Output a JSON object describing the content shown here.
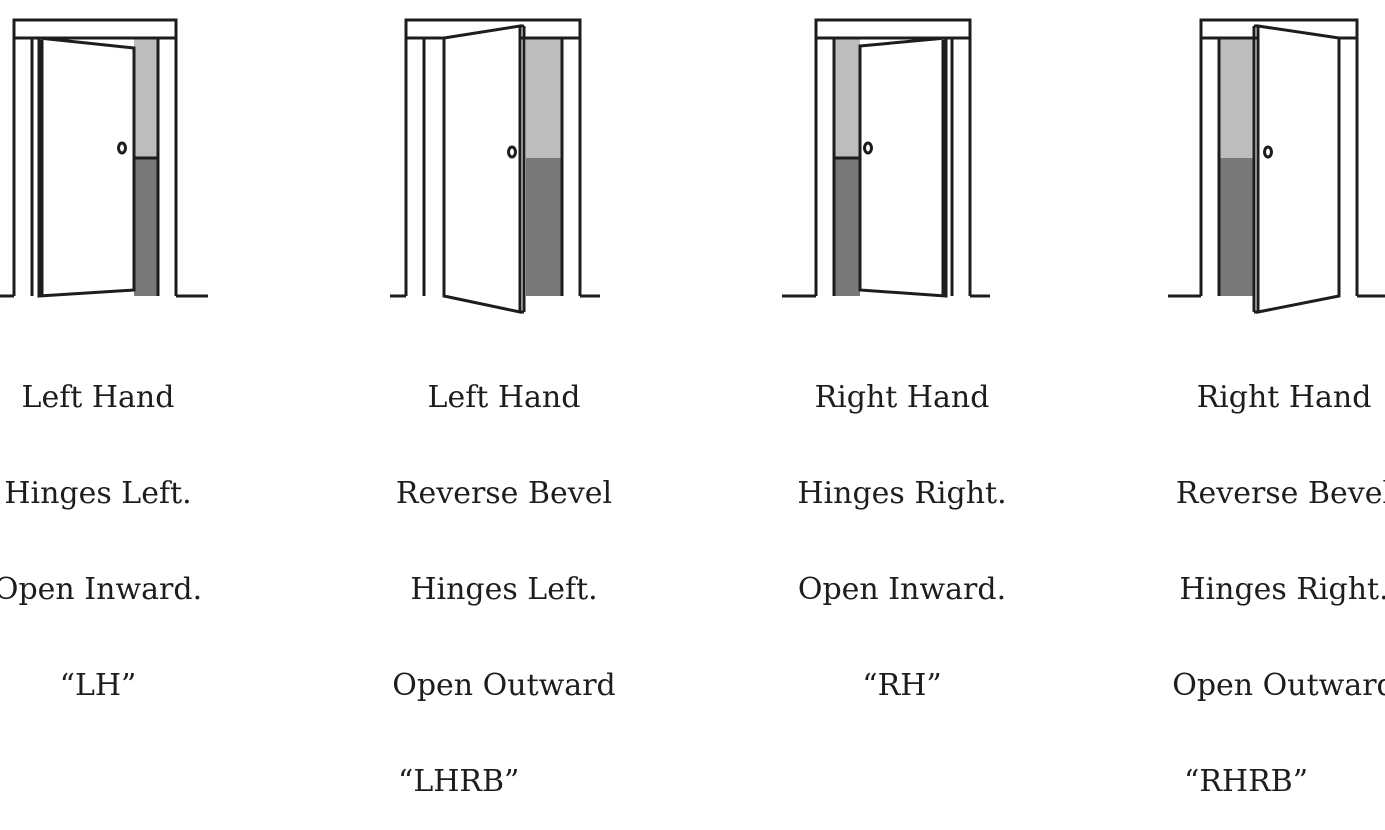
{
  "colors": {
    "line": "#1d1d1b",
    "light_gray": "#bdbdbf",
    "dark_gray": "#78787b",
    "background": "#ffffff"
  },
  "doors": [
    {
      "id": "lh",
      "lines": [
        "Left Hand",
        "Hinges Left.",
        "Open Inward.",
        "“LH”"
      ]
    },
    {
      "id": "lhrb",
      "lines": [
        "Left Hand",
        "Reverse Bevel",
        "Hinges Left.",
        "Open Outward",
        "“LHRB”"
      ]
    },
    {
      "id": "rh",
      "lines": [
        "Right Hand",
        "Hinges Right.",
        "Open Inward.",
        "“RH”"
      ]
    },
    {
      "id": "rhrb",
      "lines": [
        "Right Hand",
        "Reverse Bevel",
        "Hinges Right.",
        "Open Outward",
        "“RHRB”"
      ]
    }
  ]
}
